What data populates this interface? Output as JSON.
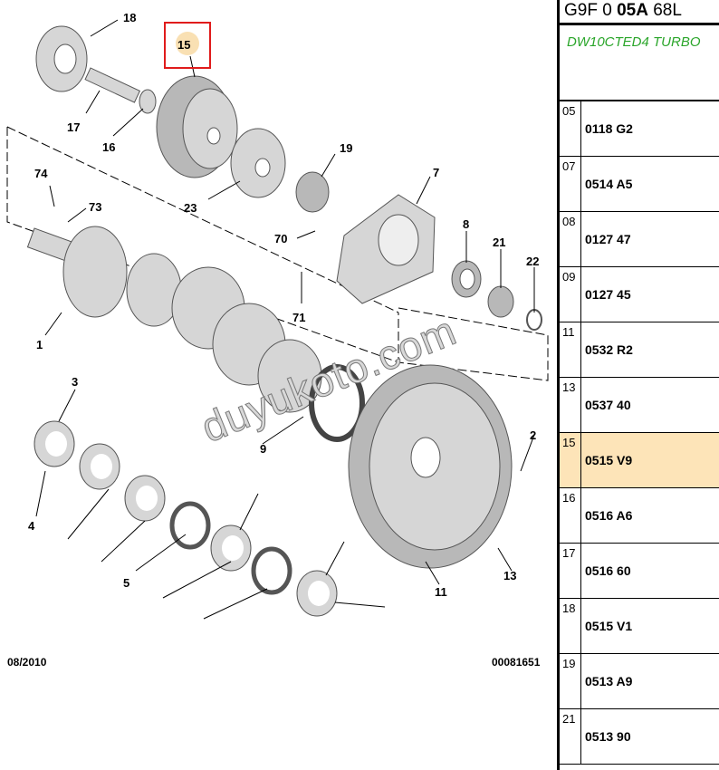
{
  "diagram": {
    "labels": [
      "18",
      "15",
      "17",
      "16",
      "23",
      "19",
      "7",
      "74",
      "73",
      "70",
      "8",
      "21",
      "22",
      "71",
      "1",
      "3",
      "9",
      "2",
      "4",
      "5",
      "13",
      "11"
    ],
    "date": "08/2010",
    "ref": "00081651",
    "watermark": "duyukoto.com",
    "selected": "15"
  },
  "table": {
    "header_prefix": "G9F 0 ",
    "header_bold": "05A",
    "header_suffix": " 68L",
    "engine": "DW10CTED4 TURBO",
    "rows": [
      {
        "num": "05",
        "code": "0118 G2"
      },
      {
        "num": "07",
        "code": "0514 A5"
      },
      {
        "num": "08",
        "code": "0127 47"
      },
      {
        "num": "09",
        "code": "0127 45"
      },
      {
        "num": "11",
        "code": "0532 R2"
      },
      {
        "num": "13",
        "code": "0537 40"
      },
      {
        "num": "15",
        "code": "0515 V9"
      },
      {
        "num": "16",
        "code": "0516 A6"
      },
      {
        "num": "17",
        "code": "0516 60"
      },
      {
        "num": "18",
        "code": "0515 V1"
      },
      {
        "num": "19",
        "code": "0513 A9"
      },
      {
        "num": "21",
        "code": "0513 90"
      }
    ]
  },
  "colors": {
    "highlight": "#fde4b8",
    "selection_box": "#e01b1b",
    "engine_text": "#2aa52a"
  }
}
